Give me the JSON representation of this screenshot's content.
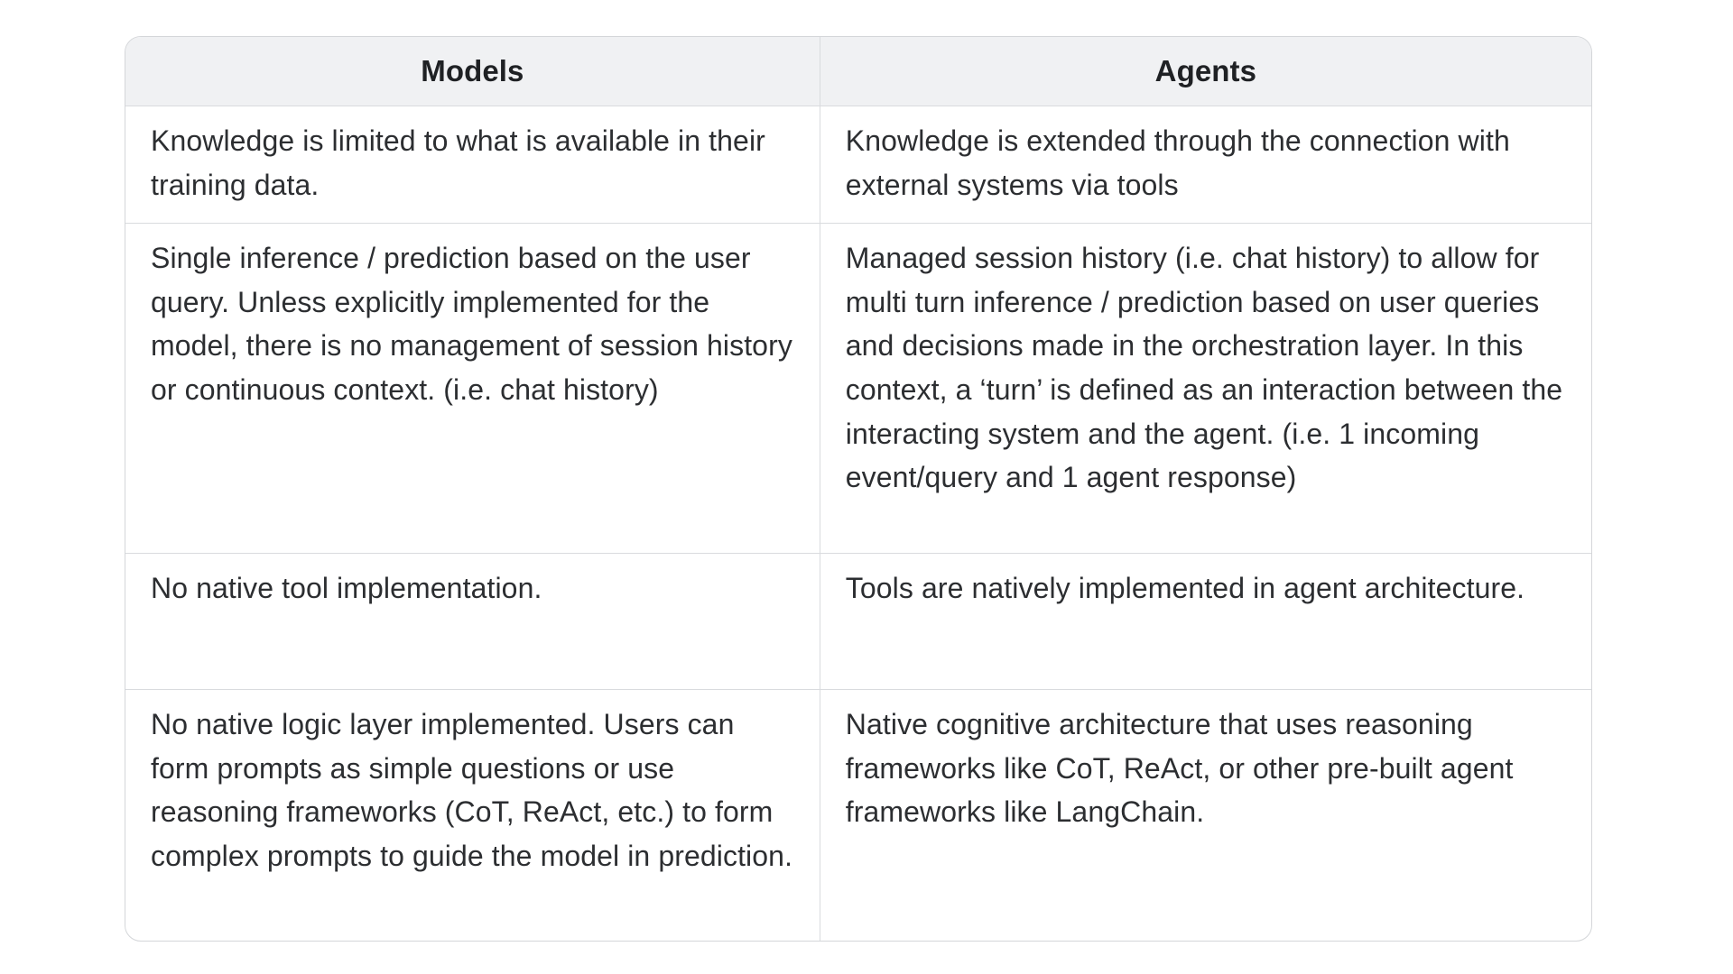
{
  "colors": {
    "page_background": "#ffffff",
    "header_background": "#f0f1f3",
    "border": "#d4d6d9",
    "text": "#2c2e31"
  },
  "table": {
    "header": {
      "models": "Models",
      "agents": "Agents"
    },
    "rows": [
      {
        "models": "Knowledge is limited to what is available in their training data.",
        "agents": "Knowledge is extended through the connection with external systems via tools"
      },
      {
        "models": "Single inference / prediction based on the user query. Unless explicitly implemented for the model, there is no management of session history or continuous context. (i.e. chat history)",
        "agents": "Managed session history (i.e. chat history) to allow for multi turn inference / prediction based on user queries and decisions made in the orchestration layer. In this context, a ‘turn’ is defined as an interaction between the interacting system and the agent. (i.e. 1 incoming event/query and 1 agent response)"
      },
      {
        "models": "No native tool implementation.",
        "agents": "Tools are natively implemented in agent architecture."
      },
      {
        "models": "No native logic layer implemented. Users can form prompts as simple questions or use reasoning frameworks (CoT, ReAct, etc.) to form complex prompts to guide the model in prediction.",
        "agents": "Native cognitive architecture that uses reasoning frameworks like CoT, ReAct, or other pre-built agent frameworks like LangChain."
      }
    ]
  }
}
